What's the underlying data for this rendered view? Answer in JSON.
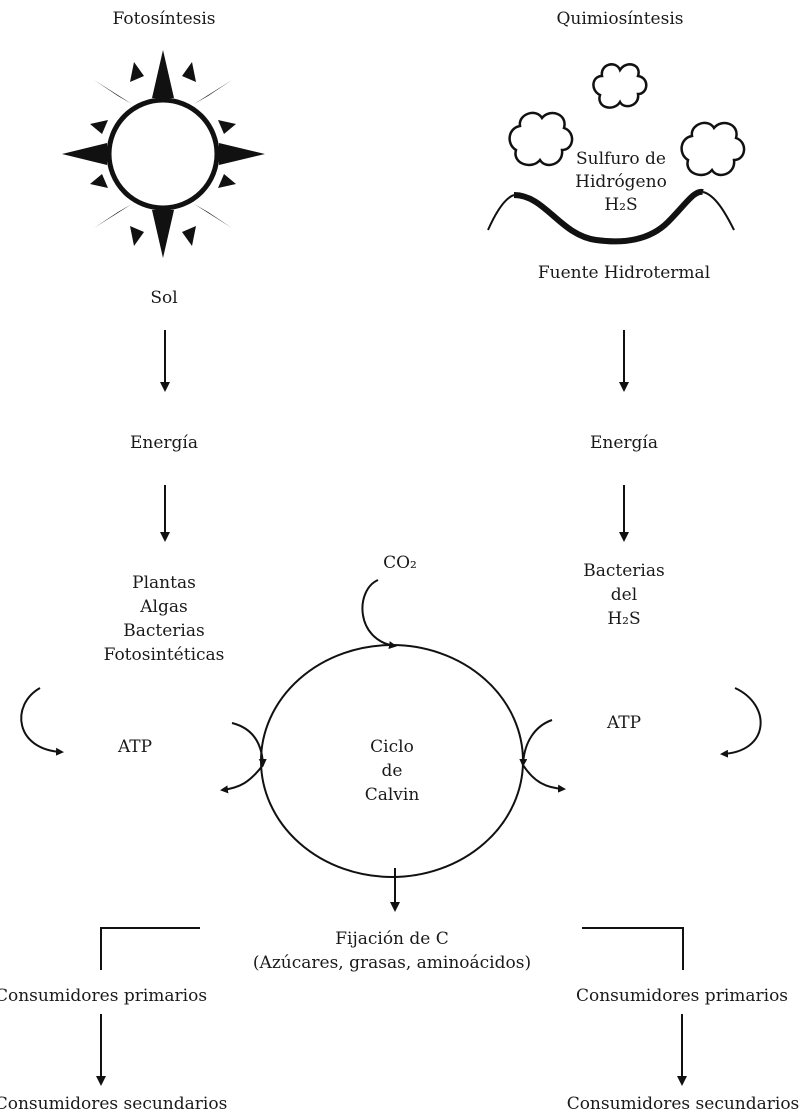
{
  "left": {
    "title": "Fotosíntesis",
    "source": "Sol",
    "energy": "Energía",
    "organisms": [
      "Plantas",
      "Algas",
      "Bacterias",
      "Fotosintéticas"
    ],
    "atp": "ATP",
    "consumers_primary": "Consumidores primarios",
    "consumers_secondary": "Consumidores secundarios"
  },
  "right": {
    "title": "Quimiosíntesis",
    "gas": [
      "Sulfuro de",
      "Hidrógeno",
      "H₂S"
    ],
    "source": "Fuente Hidrotermal",
    "energy": "Energía",
    "organisms": [
      "Bacterias",
      "del",
      "H₂S"
    ],
    "atp": "ATP",
    "consumers_primary": "Consumidores primarios",
    "consumers_secondary": "Consumidores secundarios"
  },
  "center": {
    "co2": "CO₂",
    "cycle": [
      "Ciclo",
      "de",
      "Calvin"
    ],
    "fixation": "Fijación de C",
    "fixation_detail": "(Azúcares, grasas, aminoácidos)"
  }
}
